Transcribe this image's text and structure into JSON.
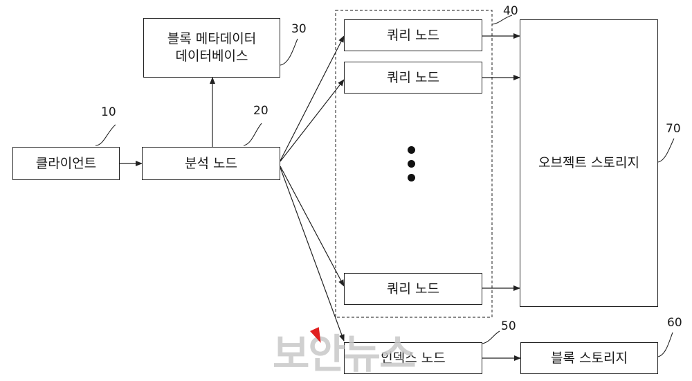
{
  "nodes": {
    "client": {
      "label": "클라이언트",
      "ref": "10"
    },
    "analysis": {
      "label": "분석 노드",
      "ref": "20"
    },
    "metadata_db": {
      "label": "블록 메타데이터\n데이터베이스",
      "ref": "30"
    },
    "query_group": {
      "ref": "40"
    },
    "query_nodes": [
      "쿼리 노드",
      "쿼리 노드",
      "쿼리 노드"
    ],
    "index_node": {
      "label": "인덱스 노드",
      "ref": "50"
    },
    "block_storage": {
      "label": "블록 스토리지",
      "ref": "60"
    },
    "object_storage": {
      "label": "오브젝트 스토리지",
      "ref": "70"
    }
  },
  "watermark": "보안뉴스"
}
